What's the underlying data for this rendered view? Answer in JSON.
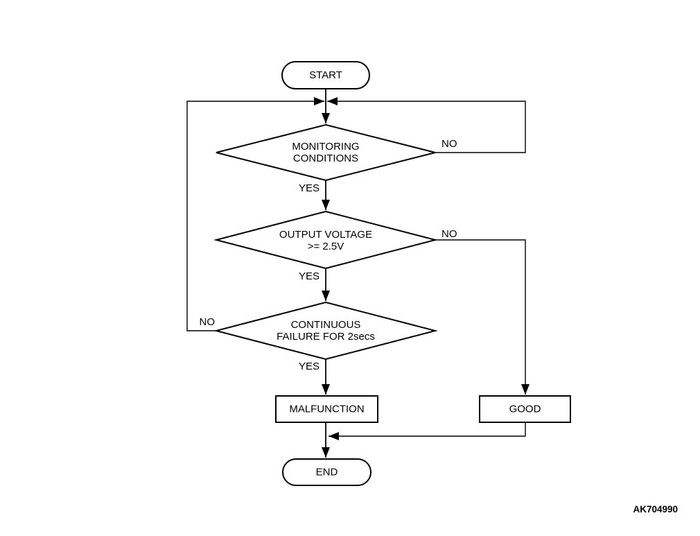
{
  "nodes": {
    "start": {
      "label": "START",
      "type": "terminator"
    },
    "monitoring_conditions": {
      "label_line1": "MONITORING",
      "label_line2": "CONDITIONS",
      "type": "decision"
    },
    "output_voltage": {
      "label_line1": "OUTPUT VOLTAGE",
      "label_line2": ">= 2.5V",
      "type": "decision"
    },
    "continuous_failure": {
      "label_line1": "CONTINUOUS",
      "label_line2": "FAILURE FOR 2secs",
      "type": "decision"
    },
    "malfunction": {
      "label": "MALFUNCTION",
      "type": "process"
    },
    "good": {
      "label": "GOOD",
      "type": "process"
    },
    "end": {
      "label": "END",
      "type": "terminator"
    }
  },
  "edge_labels": {
    "monitoring_yes": "YES",
    "monitoring_no": "NO",
    "voltage_yes": "YES",
    "voltage_no": "NO",
    "continuous_yes": "YES",
    "continuous_no": "NO"
  },
  "figure_code": "AK704990",
  "colors": {
    "line": "#000000",
    "text": "#000000",
    "background": "#ffffff"
  }
}
